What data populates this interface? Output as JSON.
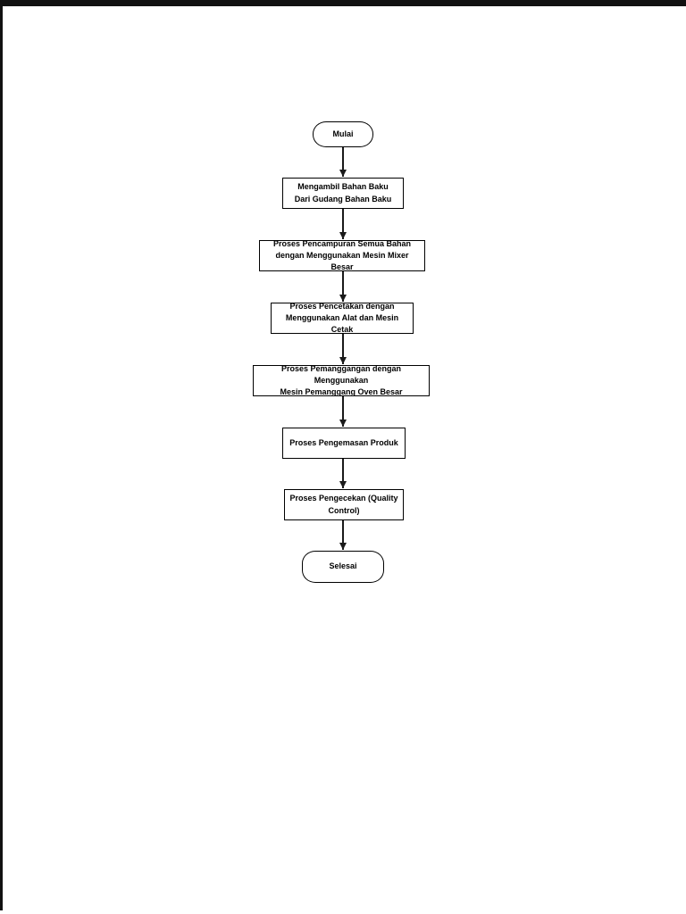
{
  "page": {
    "background_color": "#ffffff",
    "scan_edge_color": "#111111"
  },
  "flowchart": {
    "direction": "top-down",
    "line_color": "#1a1a1a",
    "node_fill": "#ffffff",
    "node_border": "#000000",
    "nodes": [
      {
        "id": "start",
        "type": "terminator",
        "label": "Mulai"
      },
      {
        "id": "step-1",
        "type": "process",
        "label": "Mengambil Bahan Baku\nDari Gudang Bahan Baku"
      },
      {
        "id": "step-2",
        "type": "process",
        "label": "Proses Pencampuran Semua Bahan\ndengan Menggunakan Mesin Mixer Besar"
      },
      {
        "id": "step-3",
        "type": "process",
        "label": "Proses Pencetakan dengan\nMenggunakan Alat dan Mesin Cetak"
      },
      {
        "id": "step-4",
        "type": "process",
        "label": "Proses Pemanggangan dengan Menggunakan\nMesin Pemanggang Oven Besar"
      },
      {
        "id": "step-5",
        "type": "process",
        "label": "Proses Pengemasan Produk"
      },
      {
        "id": "step-6",
        "type": "process",
        "label": "Proses Pengecekan (Quality\nControl)"
      },
      {
        "id": "end",
        "type": "terminator",
        "label": "Selesai"
      }
    ],
    "connections": [
      "start->step-1",
      "step-1->step-2",
      "step-2->step-3",
      "step-3->step-4",
      "step-4->step-5",
      "step-5->step-6",
      "step-6->end"
    ]
  }
}
